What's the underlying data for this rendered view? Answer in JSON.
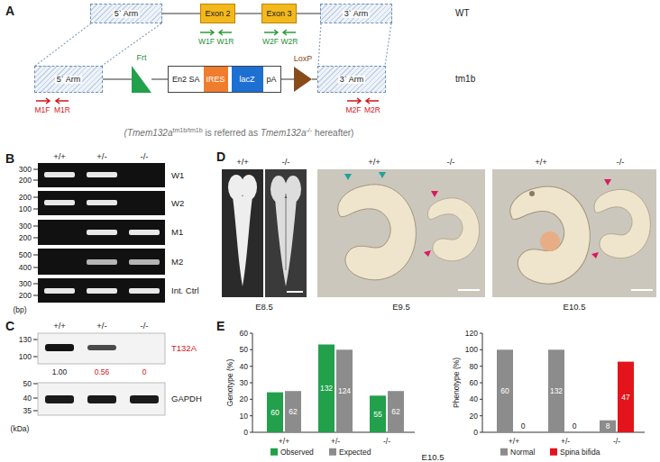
{
  "diagram": {
    "nodes": [
      {
        "text": [
          "5` Arm"
        ]
      },
      {
        "text": [
          "Exon 2"
        ]
      },
      {
        "text": [
          "Exon 3"
        ]
      },
      {
        "text": [
          "3` Arm"
        ]
      },
      {
        "text": [
          "5` Arm"
        ]
      },
      {
        "text": [
          "Frt"
        ]
      },
      {
        "text": [
          "En2 SA",
          "pA"
        ]
      },
      {
        "text": [
          "IRES"
        ],
        "in": 6
      },
      {
        "text": [
          "lacZ"
        ],
        "in": 6
      },
      {
        "text": [
          "LoxP"
        ]
      },
      {
        "text": [
          "3` Arm"
        ]
      }
    ],
    "edges": [
      {
        "from": 0,
        "to": 1,
        "arrow": "none"
      },
      {
        "from": 1,
        "to": 2,
        "arrow": "none"
      },
      {
        "from": 2,
        "to": 3,
        "arrow": "none"
      },
      {
        "from": 0,
        "to": 4,
        "arrow": "none"
      },
      {
        "from": 0,
        "to": 4,
        "arrow": "none"
      },
      {
        "from": 3,
        "to": 10,
        "arrow": "none"
      },
      {
        "from": 3,
        "to": 10,
        "arrow": "none"
      },
      {
        "from": 4,
        "to": 5,
        "arrow": "none"
      },
      {
        "from": 5,
        "to": 6,
        "arrow": "none"
      },
      {
        "from": 6,
        "to": 9,
        "arrow": "none"
      },
      {
        "from": 9,
        "to": 10,
        "arrow": "none"
      }
    ],
    "labels": [
      "A",
      "WT",
      "W1F",
      "W1R",
      "W2F",
      "W2R",
      "tm1b",
      "M1F",
      "M1R",
      "M2F",
      "M2R",
      "(Tmem132a",
      "tm1b/tm1b",
      "is referred as",
      "Tmem132a",
      "-/-",
      "hereafter)",
      "B",
      "+/+",
      "+/-",
      "-/-",
      "300",
      "200",
      "200",
      "100",
      "300",
      "200",
      "500",
      "400",
      "300",
      "200",
      "W1",
      "W2",
      "M1",
      "M2",
      "Int. Ctrl",
      "(bp)",
      "C",
      "+/+",
      "+/-",
      "-/-",
      "130",
      "100",
      "T132A",
      "1.00",
      "0.56",
      "0",
      "50",
      "40",
      "35",
      "GAPDH",
      "(kDa)",
      "D",
      "+/+",
      "-/-",
      "+/+",
      "-/-",
      "+/+",
      "-/-",
      "E8.5",
      "E9.5",
      "E10.5",
      "E",
      "Genotype (%)",
      "60",
      "50",
      "40",
      "30",
      "20",
      "10",
      "0",
      "60",
      "62",
      "132",
      "124",
      "55",
      "62",
      "+/+",
      "+/-",
      "-/-",
      "Phenotype (%)",
      "120",
      "100",
      "80",
      "60",
      "40",
      "20",
      "0",
      "60",
      "0",
      "132",
      "0",
      "8",
      "47",
      "+/+",
      "+/-",
      "-/-",
      "E10.5"
    ],
    "legend": [
      {
        "text": "Observed",
        "color": "#22a04b"
      },
      {
        "text": "Expected",
        "color": "#8c8c8c"
      },
      {
        "text": "Normal",
        "color": "#8c8c8c"
      },
      {
        "text": "Spina bifida",
        "color": "#e3141b"
      }
    ]
  }
}
